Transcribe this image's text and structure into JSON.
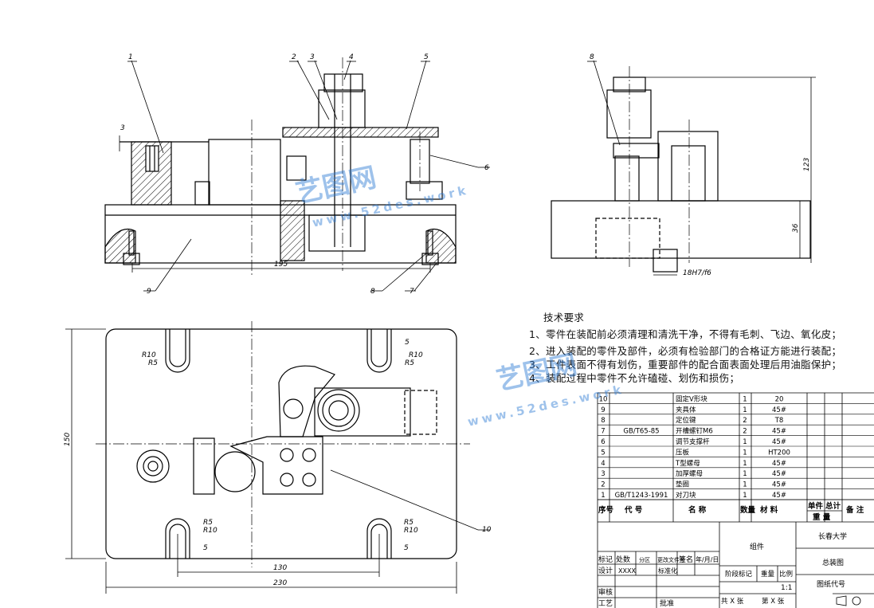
{
  "requirements": {
    "title": "技术要求",
    "items": [
      "1、零件在装配前必须清理和清洗干净，不得有毛刺、飞边、氧化皮；",
      "2、进入装配的零件及部件，必须有检验部门的合格证方能进行装配；",
      "3、工件表面不得有划伤，重要部件的配合面表面处理后用油脂保护；",
      "4、装配过程中零件不允许磕碰、划伤和损伤；"
    ]
  },
  "front_view": {
    "balloons": [
      "1",
      "2",
      "3",
      "4",
      "5",
      "6",
      "7",
      "8",
      "9"
    ],
    "dims": {
      "width": "195",
      "step": "3"
    }
  },
  "side_view": {
    "balloon": "8",
    "dims": {
      "height": "123",
      "base": "36",
      "fit": "18H7/f6"
    }
  },
  "top_view": {
    "balloon": "10",
    "dims": {
      "length": "230",
      "slot_span": "130",
      "height": "150",
      "r10": "R10",
      "r5": "R5",
      "s5": "5"
    }
  },
  "bom": {
    "rows": [
      {
        "no": "10",
        "code": "",
        "name": "固定V形块",
        "qty": "1",
        "mat": "20"
      },
      {
        "no": "9",
        "code": "",
        "name": "夹具体",
        "qty": "1",
        "mat": "45#"
      },
      {
        "no": "8",
        "code": "",
        "name": "定位键",
        "qty": "2",
        "mat": "T8"
      },
      {
        "no": "7",
        "code": "GB/T65-85",
        "name": "开槽螺钉M6",
        "qty": "2",
        "mat": "45#"
      },
      {
        "no": "6",
        "code": "",
        "name": "调节支撑杆",
        "qty": "1",
        "mat": "45#"
      },
      {
        "no": "5",
        "code": "",
        "name": "压板",
        "qty": "1",
        "mat": "HT200"
      },
      {
        "no": "4",
        "code": "",
        "name": "T型螺母",
        "qty": "1",
        "mat": "45#"
      },
      {
        "no": "3",
        "code": "",
        "name": "加厚螺母",
        "qty": "1",
        "mat": "45#"
      },
      {
        "no": "2",
        "code": "",
        "name": "垫圈",
        "qty": "1",
        "mat": "45#"
      },
      {
        "no": "1",
        "code": "GB/T1243-1991",
        "name": "对刀块",
        "qty": "1",
        "mat": "45#"
      }
    ],
    "header": {
      "no": "序号",
      "code": "代  号",
      "name": "名  称",
      "qty": "数量",
      "mat": "材  料",
      "single": "单件",
      "total": "总计",
      "weight": "重  量",
      "note": "备  注"
    }
  },
  "title_block": {
    "school": "长春大学",
    "assembly": "组件",
    "drawing_name": "总装图",
    "drawing_no": "图纸代号",
    "mark": "标记",
    "count": "处数",
    "zone": "分区",
    "change_doc": "更改文件号",
    "sign": "签名",
    "date": "年/月/日",
    "design": "设计",
    "designer": "XXXX",
    "std": "标准化",
    "stage": "阶段标记",
    "weight": "重量",
    "scale": "比例",
    "scale_val": "1:1",
    "review": "审核",
    "process": "工艺",
    "approve": "批准",
    "total_sheets": "共  X  张",
    "sheet_no": "第  X  张"
  },
  "watermark": {
    "brand": "艺图网",
    "url": "www.52des.work"
  }
}
